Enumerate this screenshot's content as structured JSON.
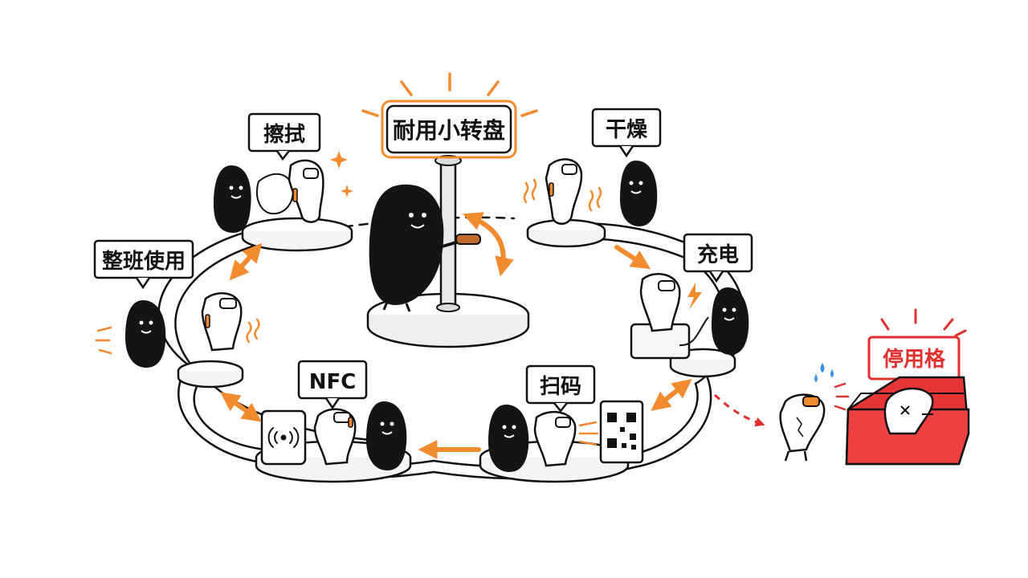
{
  "center": {
    "title": "耐用小转盘"
  },
  "stations": [
    {
      "id": "wipe",
      "label": "擦拭"
    },
    {
      "id": "dry",
      "label": "干燥"
    },
    {
      "id": "charge",
      "label": "充电"
    },
    {
      "id": "scan",
      "label": "扫码"
    },
    {
      "id": "nfc",
      "label": "NFC"
    },
    {
      "id": "class-use",
      "label": "整班使用"
    }
  ],
  "retired": {
    "label": "停用格"
  },
  "colors": {
    "ink": "#111111",
    "accent": "#f28a2e",
    "alert": "#e03030",
    "bin": "#e53535",
    "water": "#3a8ee6"
  }
}
